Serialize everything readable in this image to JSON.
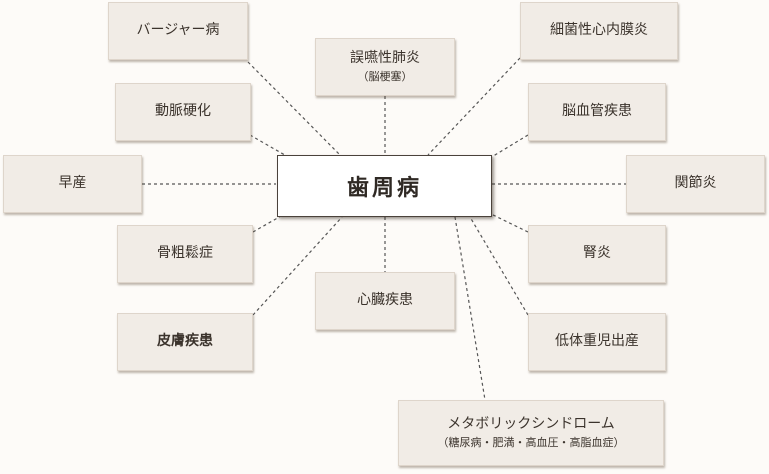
{
  "center": {
    "label": "歯周病"
  },
  "nodes": {
    "burger": {
      "label": "バージャー病"
    },
    "aspiration": {
      "label": "誤嚥性肺炎",
      "sub": "（脳梗塞）"
    },
    "endocarditis": {
      "label": "細菌性心内膜炎"
    },
    "arterio": {
      "label": "動脈硬化"
    },
    "stroke": {
      "label": "脳血管疾患"
    },
    "preterm": {
      "label": "早産"
    },
    "arthritis": {
      "label": "関節炎"
    },
    "osteo": {
      "label": "骨粗鬆症"
    },
    "kidney": {
      "label": "腎炎"
    },
    "heart": {
      "label": "心臓疾患"
    },
    "skin": {
      "label": "皮膚疾患"
    },
    "lbw": {
      "label": "低体重児出産"
    },
    "metabolic": {
      "label": "メタボリックシンドローム",
      "sub": "（糖尿病・肥満・高血圧・高脂血症）"
    }
  }
}
